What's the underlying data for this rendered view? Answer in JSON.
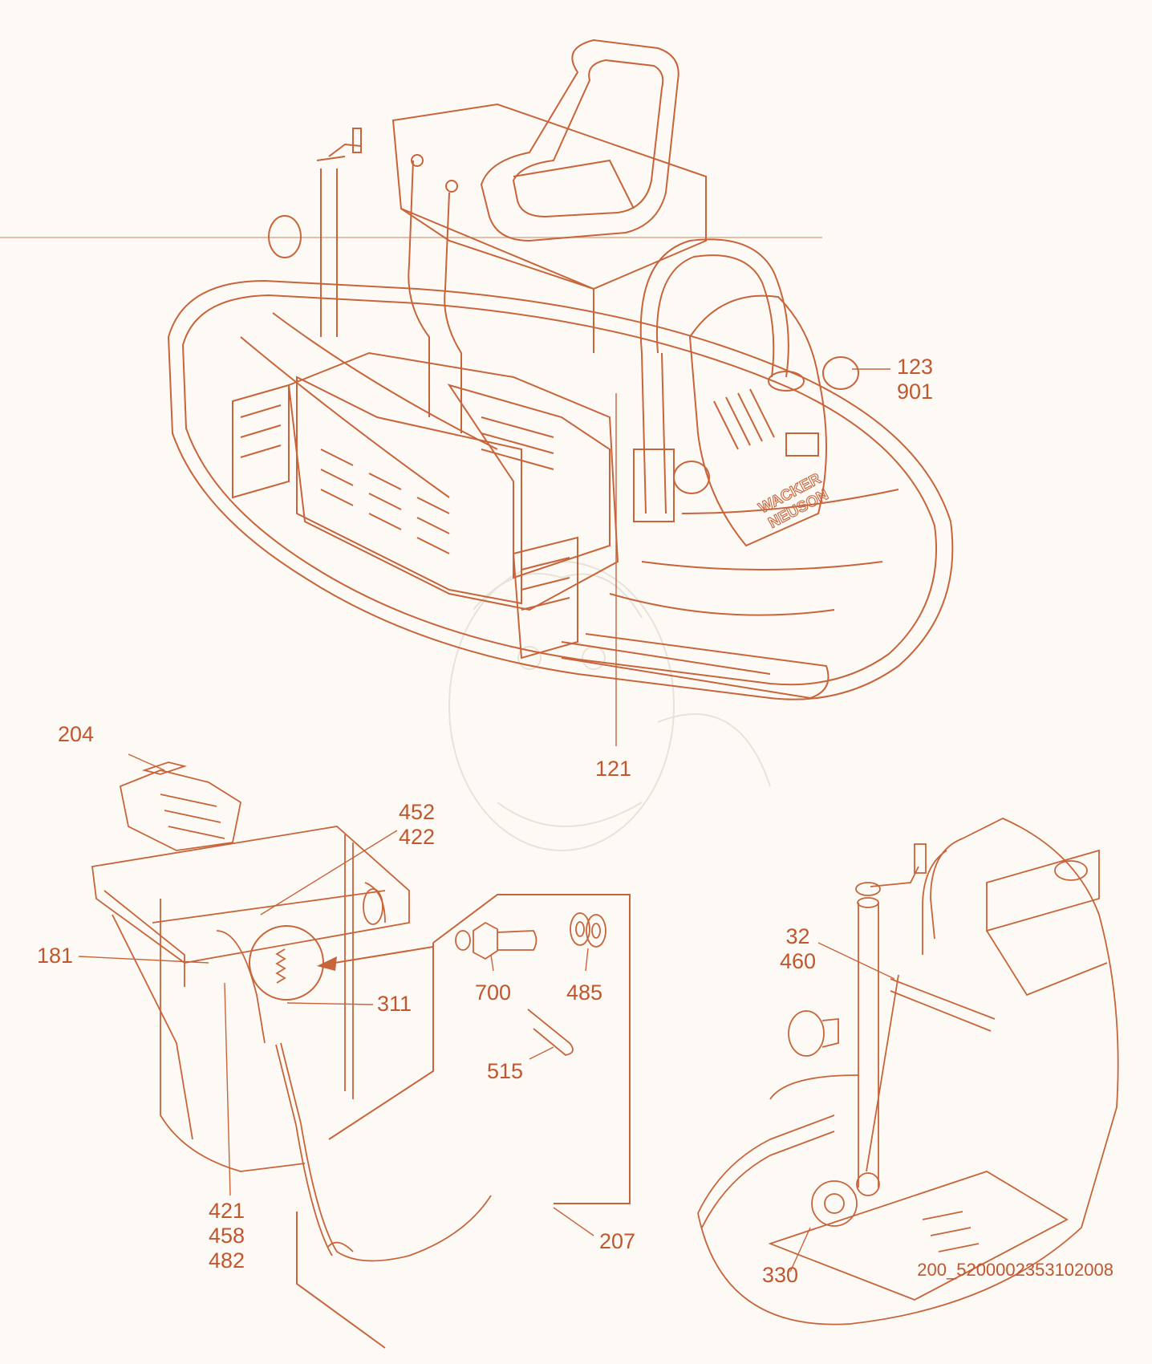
{
  "colors": {
    "line": "#c8643a",
    "text": "#c0572e",
    "background": "#fdfaf6",
    "watermark": "#e3ddd3"
  },
  "brand": {
    "logo_line1": "WACKER",
    "logo_line2": "NEUSON"
  },
  "callouts": {
    "c123": "123",
    "c901": "901",
    "c121": "121",
    "c204": "204",
    "c452": "452",
    "c422": "422",
    "c181": "181",
    "c311": "311",
    "c700": "700",
    "c485": "485",
    "c515": "515",
    "c421": "421",
    "c458": "458",
    "c482": "482",
    "c207": "207",
    "c32": "32",
    "c460": "460",
    "c330": "330"
  },
  "document_id": "200_5200002353102008"
}
